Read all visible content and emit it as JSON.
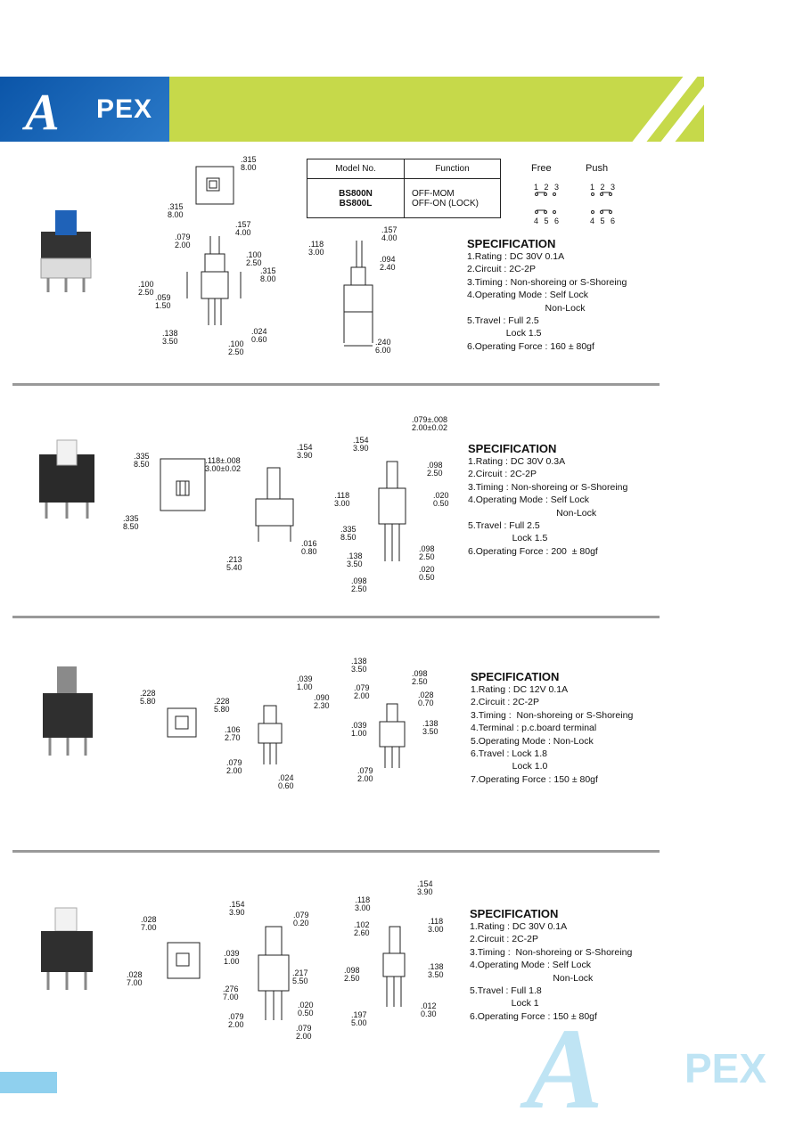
{
  "header": {
    "logo_a": "A",
    "logo_pex": "PEX"
  },
  "colors": {
    "banner": "#c6d94a",
    "logo_bg": "#1566b8",
    "divider": "#999999",
    "footer_bar": "#8fd0ee"
  },
  "section1": {
    "table": {
      "h_model": "Model No.",
      "h_function": "Function",
      "model1": "BS800N",
      "model2": "BS800L",
      "func1": "OFF-MOM",
      "func2": "OFF-ON (LOCK)"
    },
    "free_label": "Free",
    "push_label": "Push",
    "pins_top": "1 2 3",
    "pins_bottom": "4 5 6",
    "dims": {
      "d1": [
        ".315",
        "8.00"
      ],
      "d2": [
        ".315",
        "8.00"
      ],
      "d3": [
        ".157",
        "4.00"
      ],
      "d4": [
        ".079",
        "2.00"
      ],
      "d5": [
        ".100",
        "2.50"
      ],
      "d6": [
        ".315",
        "8.00"
      ],
      "d7": [
        ".100",
        "2.50"
      ],
      "d8": [
        ".059",
        "1.50"
      ],
      "d9": [
        ".024",
        "0.60"
      ],
      "d10": [
        ".138",
        "3.50"
      ],
      "d11": [
        ".100",
        "2.50"
      ],
      "d12": [
        ".157",
        "4.00"
      ],
      "d13": [
        ".118",
        "3.00"
      ],
      "d14": [
        ".094",
        "2.40"
      ],
      "d15": [
        ".240",
        "6.00"
      ]
    },
    "spec_title": "SPECIFICATION",
    "spec": [
      "1.Rating : DC 30V 0.1A",
      "2.Circuit : 2C-2P",
      "3.Timing : Non-shoreing or S-Shoreing",
      "4.Operating Mode : Self Lock",
      "                              Non-Lock",
      "5.Travel : Full 2.5",
      "               Lock 1.5",
      "6.Operating Force : 160 ± 80gf"
    ]
  },
  "section2": {
    "dims": {
      "d1": [
        ".335",
        "8.50"
      ],
      "d2": [
        ".118±.008",
        "3.00±0.02"
      ],
      "d3": [
        ".154",
        "3.90"
      ],
      "d4": [
        ".335",
        "8.50"
      ],
      "d5": [
        ".016",
        "0.80"
      ],
      "d6": [
        ".213",
        "5.40"
      ],
      "d7": [
        ".079±.008",
        "2.00±0.02"
      ],
      "d8": [
        ".154",
        "3.90"
      ],
      "d9": [
        ".098",
        "2.50"
      ],
      "d10": [
        ".118",
        "3.00"
      ],
      "d11": [
        ".020",
        "0.50"
      ],
      "d12": [
        ".335",
        "8.50"
      ],
      "d13": [
        ".138",
        "3.50"
      ],
      "d14": [
        ".098",
        "2.50"
      ],
      "d15": [
        ".020",
        "0.50"
      ],
      "d16": [
        ".098",
        "2.50"
      ]
    },
    "spec_title": "SPECIFICATION",
    "spec": [
      "1.Rating : DC 30V 0.3A",
      "2.Circuit : 2C-2P",
      "3.Timing : Non-shoreing or S-Shoreing",
      "4.Operating Mode : Self Lock",
      "                                  Non-Lock",
      "5.Travel : Full 2.5",
      "                 Lock 1.5",
      "6.Operating Force : 200  ± 80gf"
    ]
  },
  "section3": {
    "dims": {
      "d1": [
        ".228",
        "5.80"
      ],
      "d2": [
        ".228",
        "5.80"
      ],
      "d3": [
        ".039",
        "1.00"
      ],
      "d4": [
        ".090",
        "2.30"
      ],
      "d5": [
        ".106",
        "2.70"
      ],
      "d6": [
        ".079",
        "2.00"
      ],
      "d7": [
        ".024",
        "0.60"
      ],
      "d8": [
        ".138",
        "3.50"
      ],
      "d9": [
        ".098",
        "2.50"
      ],
      "d10": [
        ".079",
        "2.00"
      ],
      "d11": [
        ".028",
        "0.70"
      ],
      "d12": [
        ".039",
        "1.00"
      ],
      "d13": [
        ".138",
        "3.50"
      ],
      "d14": [
        ".079",
        "2.00"
      ]
    },
    "spec_title": "SPECIFICATION",
    "spec": [
      "1.Rating : DC 12V 0.1A",
      "2.Circuit : 2C-2P",
      "3.Timing :  Non-shoreing or S-Shoreing",
      "4.Terminal : p.c.board terminal",
      "5.Operating Mode : Non-Lock",
      "6.Travel : Lock 1.8",
      "                Lock 1.0",
      "7.Operating Force : 150 ± 80gf"
    ]
  },
  "section4": {
    "dims": {
      "d1": [
        ".028",
        "7.00"
      ],
      "d2": [
        ".028",
        "7.00"
      ],
      "d3": [
        ".154",
        "3.90"
      ],
      "d4": [
        ".079",
        "0.20"
      ],
      "d5": [
        ".039",
        "1.00"
      ],
      "d6": [
        ".217",
        "5.50"
      ],
      "d7": [
        ".276",
        "7.00"
      ],
      "d8": [
        ".020",
        "0.50"
      ],
      "d9": [
        ".079",
        "2.00"
      ],
      "d10": [
        ".079",
        "2.00"
      ],
      "d11": [
        ".154",
        "3.90"
      ],
      "d12": [
        ".118",
        "3.00"
      ],
      "d13": [
        ".102",
        "2.60"
      ],
      "d14": [
        ".118",
        "3.00"
      ],
      "d15": [
        ".098",
        "2.50"
      ],
      "d16": [
        ".138",
        "3.50"
      ],
      "d17": [
        ".012",
        "0.30"
      ],
      "d18": [
        ".197",
        "5.00"
      ]
    },
    "spec_title": "SPECIFICATION",
    "spec": [
      "1.Rating : DC 30V 0.1A",
      "2.Circuit : 2C-2P",
      "3.Timing :  Non-shoreing or S-Shoreing",
      "4.Operating Mode : Self Lock",
      "                                Non-Lock",
      "5.Travel : Full 1.8",
      "                Lock 1",
      "6.Operating Force : 150 ± 80gf"
    ]
  },
  "footer": {
    "logo_a": "A",
    "logo_pex": "PEX"
  }
}
